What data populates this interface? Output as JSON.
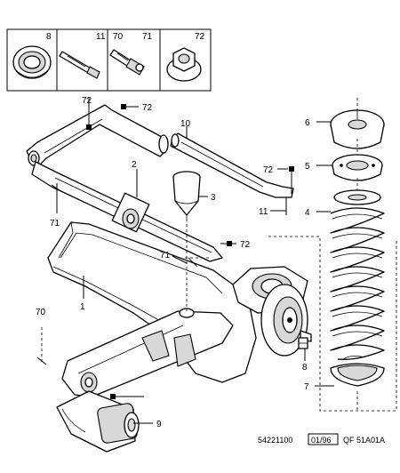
{
  "callouts": {
    "p8": "8",
    "p11": "11",
    "p70": "70",
    "p71": "71",
    "p72": "72",
    "l72a": "72",
    "l10": "10",
    "l6": "6",
    "l2": "2",
    "l5": "5",
    "l72b": "72",
    "l3": "3",
    "l11": "11",
    "l4": "4",
    "l71a": "71",
    "l72c": "72",
    "l71b": "71",
    "l1": "1",
    "l70": "70",
    "l8": "8",
    "l7": "7",
    "l72d": "72",
    "l9": "9"
  },
  "footer": {
    "code": "54221100",
    "date": "01/96",
    "ref": "QF 51A01A"
  }
}
